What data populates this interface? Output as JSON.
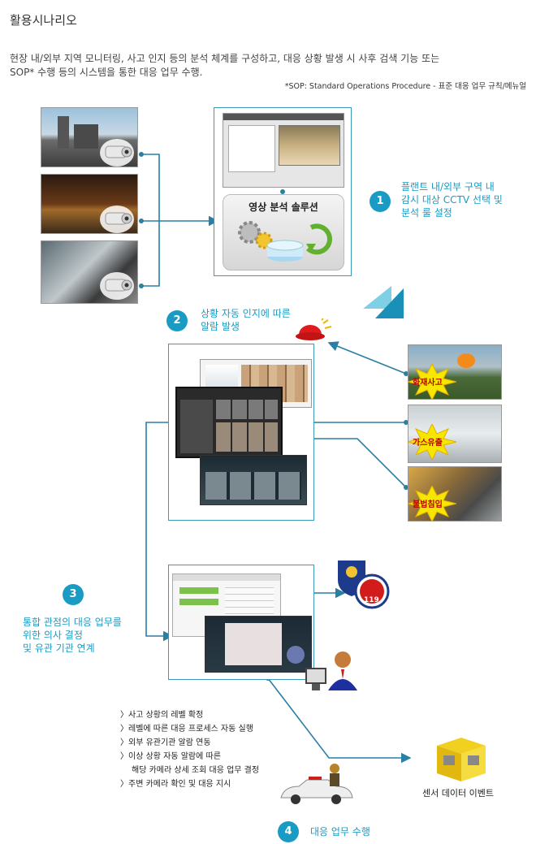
{
  "header": {
    "title": "활용시나리오",
    "description_line1": "현장 내/외부 지역 모니터링, 사고 인지 등의 분석 체계를 구성하고, 대응 상황 발생 시 사후 검색 기능 또는",
    "description_line2": "SOP* 수행 등의 시스템을 통한 대응 업무 수행.",
    "footnote": "*SOP: Standard Operations Procedure  -  표준 대응 업무 규칙/메뉴얼"
  },
  "steps": [
    {
      "number": "1",
      "line1": "플랜트 내/외부 구역 내",
      "line2": "감시 대상 CCTV 선택 및",
      "line3": "분석 룰 설정"
    },
    {
      "number": "2",
      "line1": "상황 자동 인지에 따른",
      "line2": "알람 발생"
    },
    {
      "number": "3",
      "line1": "통합 관점의 대응 업무를",
      "line2": "위한 의사 결정",
      "line3": "및 유관 기관 연계"
    },
    {
      "number": "4",
      "line1": "대응 업무 수행"
    }
  ],
  "solution_label": "영상 분석 솔루션",
  "incidents": [
    "화재사고",
    "가스유출",
    "불법침입"
  ],
  "actions": [
    "〉사고 상황의 레벨 확정",
    "〉레벨에 따른 대응 프로세스 자동 실행",
    "〉외부 유관기관 알람 연동",
    "〉이상 상황 자동 알람에 따른",
    "해당 카메라 상세 조회  대응 업무 결정",
    "〉주변 카메라 확인 및 대응 지시"
  ],
  "sensor_label": "센서 데이터 이벤트",
  "emergency_badge_text": "119",
  "colors": {
    "accent": "#1a9bc4",
    "frame": "#3a9bb8",
    "alert": "#e01b1b",
    "burst": "#f7e600"
  }
}
